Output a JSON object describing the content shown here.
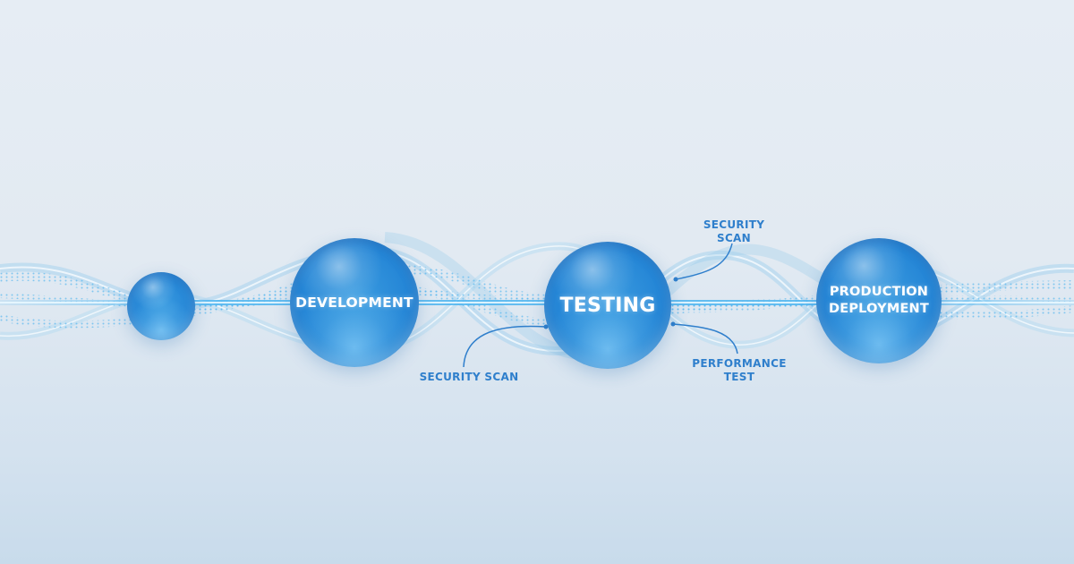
{
  "diagram": {
    "type": "pipeline",
    "colors": {
      "sphere": "#2586d6",
      "label_text": "#ffffff",
      "callout_text": "#2f7fcc",
      "background": "#e4ecf3",
      "wave": "#4fb3ee"
    },
    "stages": [
      {
        "id": "start",
        "label": ""
      },
      {
        "id": "development",
        "label": "DEVELOPMENT"
      },
      {
        "id": "testing",
        "label": "TESTING"
      },
      {
        "id": "production",
        "label_line1": "PRODUCTION",
        "label_line2": "DEPLOYMENT"
      }
    ],
    "callouts": [
      {
        "id": "security-scan-bottom",
        "text": "SECURITY SCAN"
      },
      {
        "id": "security-scan-top",
        "line1": "SECURITY",
        "line2": "SCAN"
      },
      {
        "id": "performance-test",
        "line1": "PERFORMANCE",
        "line2": "TEST"
      }
    ]
  }
}
